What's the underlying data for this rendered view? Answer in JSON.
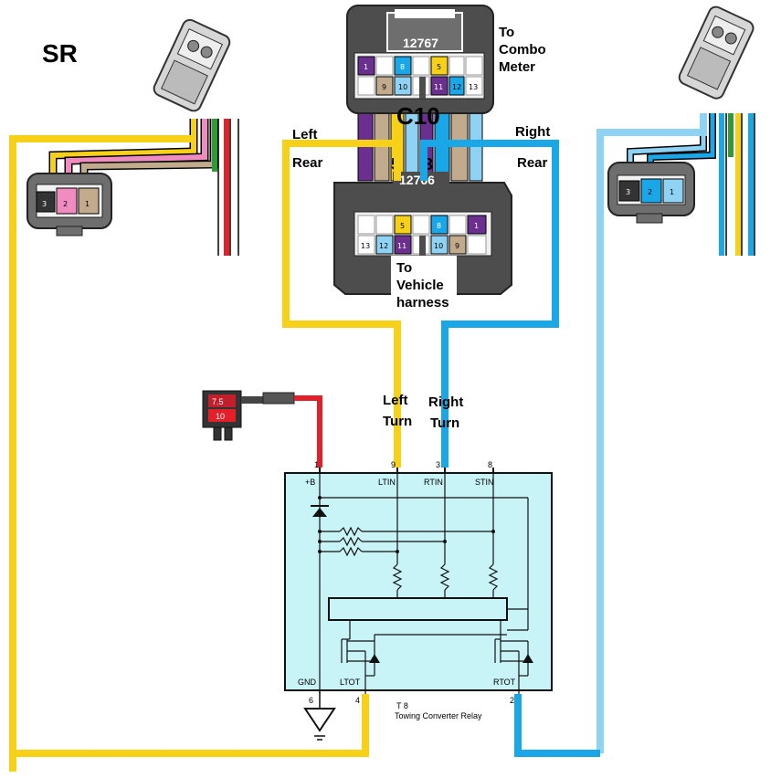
{
  "title": "SR",
  "colors": {
    "yellow": "#f7d117",
    "blue": "#1aa7e8",
    "light_blue": "#8fd3f4",
    "red": "#e3202a",
    "pink": "#f08cbf",
    "tan": "#c2ab8c",
    "green": "#2e9b3a",
    "purple": "#6a2f8f",
    "relay_fill": "#c8f4f8",
    "connector_gray": "#4d4d4d"
  },
  "connector_top": {
    "id": "12767",
    "label_line1": "To",
    "label_line2": "Combo",
    "label_line3": "Meter",
    "cavities_row1": [
      "1",
      "8",
      "5"
    ],
    "cavities_row2": [
      "9",
      "10",
      "11",
      "12",
      "13"
    ]
  },
  "connector_code": "C10",
  "connector_bottom": {
    "id": "12766",
    "label_line1": "To",
    "label_line2": "Vehicle",
    "label_line3": "harness",
    "cavities_row1": [
      "5",
      "8",
      "1"
    ],
    "cavities_row2": [
      "13",
      "12",
      "11",
      "10",
      "9"
    ]
  },
  "pin_labels": {
    "left": "5",
    "right": "3"
  },
  "side_labels": {
    "left_line1": "Left",
    "left_line2": "Rear",
    "right_line1": "Right",
    "right_line2": "Rear"
  },
  "lamp_left": {
    "cavities": [
      "3",
      "2",
      "1"
    ]
  },
  "lamp_right": {
    "cavities": [
      "3",
      "2",
      "1"
    ]
  },
  "fuse": {
    "line1": "7.5",
    "line2": "10"
  },
  "turn_labels": {
    "left_line1": "Left",
    "left_line2": "Turn",
    "right_line1": "Right",
    "right_line2": "Turn"
  },
  "relay": {
    "code": "T 8",
    "name": "Towing Converter Relay",
    "top_pins": [
      {
        "num": "1",
        "name": "+B"
      },
      {
        "num": "9",
        "name": "LTIN"
      },
      {
        "num": "3",
        "name": "RTIN"
      },
      {
        "num": "8",
        "name": "STIN"
      }
    ],
    "bottom_pins": [
      {
        "num": "6",
        "name": "GND"
      },
      {
        "num": "4",
        "name": "LTOT"
      },
      {
        "num": "2",
        "name": "RTOT"
      }
    ]
  }
}
